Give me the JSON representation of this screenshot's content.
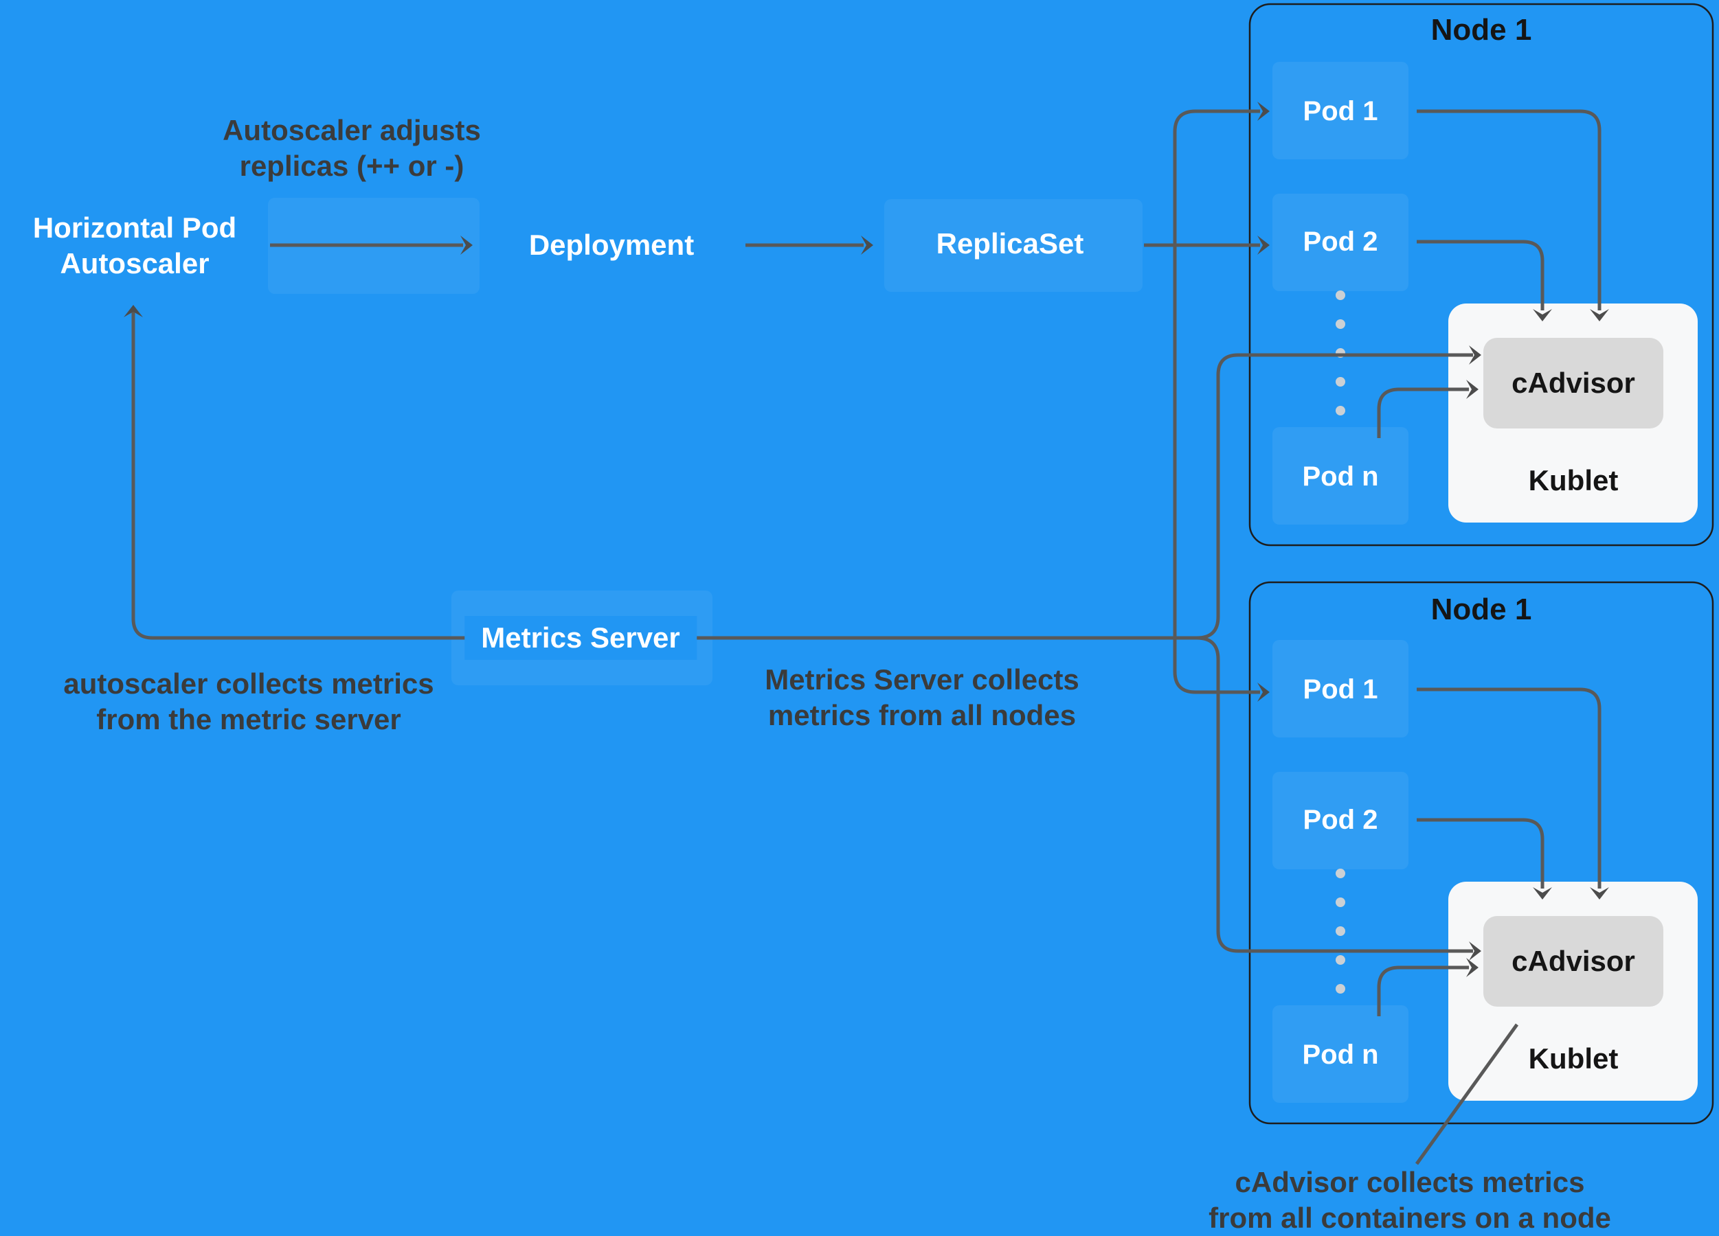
{
  "colors": {
    "background": "#2196f3",
    "wire": "#595959",
    "arrowhead": "#4c4c4c",
    "node_border": "#1d1d1d",
    "kublet_box": "#f7f8f9",
    "cadvisor_box": "#d9d9d9",
    "dot": "#cbd0d4",
    "caption_text": "#3b3b3b",
    "node_text": "#151515",
    "label_text": "#ffffff"
  },
  "flow": {
    "adjust_caption_line1": "Autoscaler adjusts",
    "adjust_caption_line2": "replicas (++ or -)",
    "hpa_line1": "Horizontal Pod",
    "hpa_line2": "Autoscaler",
    "deployment": "Deployment",
    "replicaset": "ReplicaSet",
    "metrics_server": "Metrics Server",
    "autoscaler_caption_line1": "autoscaler collects metrics",
    "autoscaler_caption_line2": "from the metric server",
    "metrics_caption_line1": "Metrics Server collects",
    "metrics_caption_line2": "metrics from all nodes",
    "cadvisor_caption_line1": "cAdvisor collects metrics",
    "cadvisor_caption_line2": "from all containers on a node"
  },
  "nodes": [
    {
      "title": "Node 1",
      "pods": [
        "Pod 1",
        "Pod 2",
        "Pod n"
      ],
      "cadvisor": "cAdvisor",
      "kublet": "Kublet"
    },
    {
      "title": "Node 1",
      "pods": [
        "Pod 1",
        "Pod 2",
        "Pod n"
      ],
      "cadvisor": "cAdvisor",
      "kublet": "Kublet"
    }
  ]
}
